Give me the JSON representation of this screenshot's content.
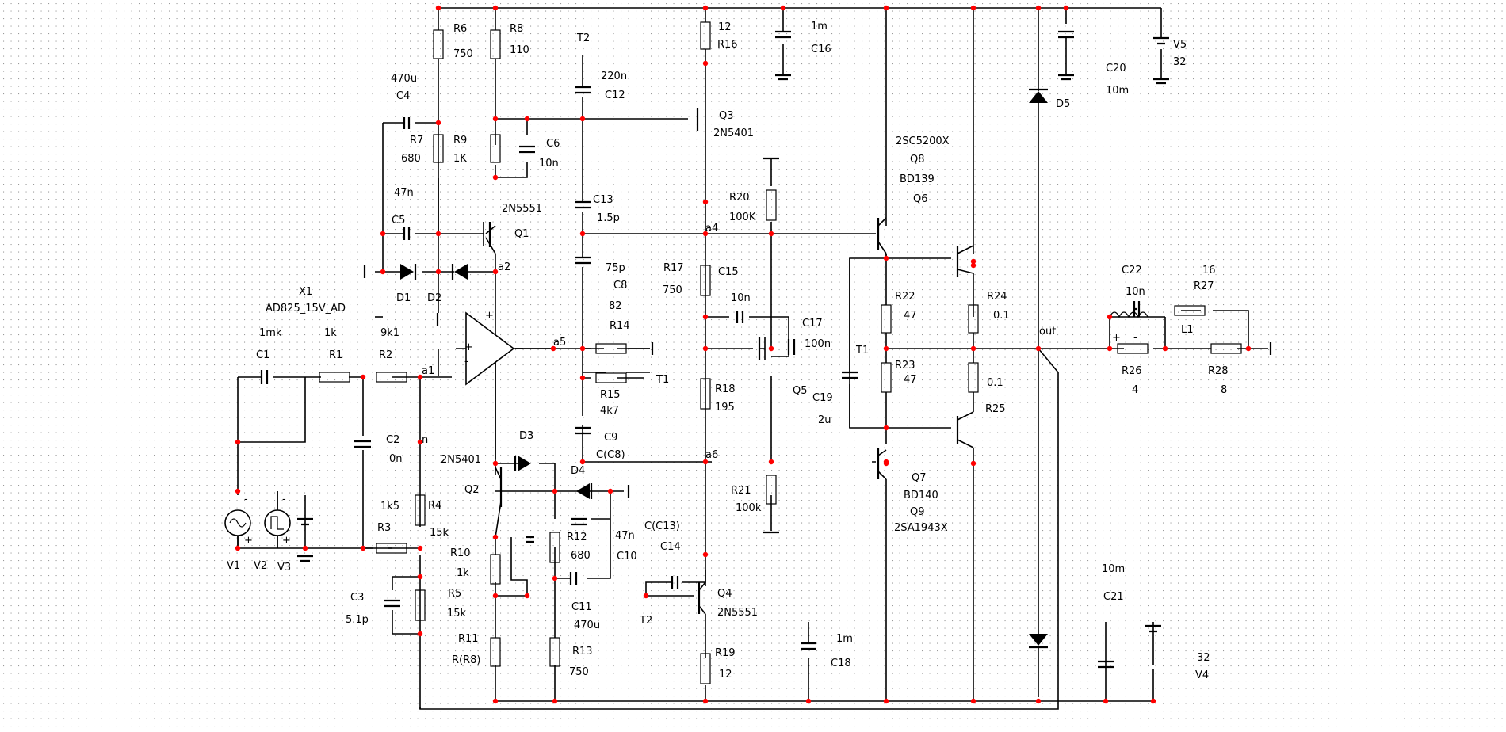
{
  "labels": {
    "R6": "R6",
    "R6v": "750",
    "R8": "R8",
    "R8v": "110",
    "T2top": "T2",
    "R16v": "12",
    "R16": "R16",
    "C16v": "1m",
    "C16": "C16",
    "C20": "C20",
    "C20v": "10m",
    "V5": "V5",
    "V5v": "32",
    "D5": "D5",
    "C4v": "470u",
    "C4": "C4",
    "R7": "R7",
    "R7v": "680",
    "R9": "R9",
    "R9v": "1K",
    "C12v": "220n",
    "C12": "C12",
    "Q3": "Q3",
    "Q3t": "2N5401",
    "C6": "C6",
    "C6v": "10n",
    "Q8t": "2SC5200X",
    "Q8": "Q8",
    "Q6t": "BD139",
    "Q6": "Q6",
    "C5v": "47n",
    "C5": "C5",
    "Q1t": "2N5551",
    "Q1": "Q1",
    "C13": "C13",
    "C13v": "1.5p",
    "R20": "R20",
    "R20v": "100K",
    "a4": "a4",
    "a2": "a2",
    "D1": "D1",
    "D2": "D2",
    "C8v": "75p",
    "C8": "C8",
    "R17": "R17",
    "R17v": "750",
    "C15": "C15",
    "C15v": "10n",
    "R22": "R22",
    "R22v": "47",
    "R24": "R24",
    "R24v": "0.1",
    "C22": "C22",
    "C22v": "10n",
    "R27v": "16",
    "R27": "R27",
    "X1": "X1",
    "X1t": "AD825_15V_AD",
    "R14v": "82",
    "R14": "R14",
    "C17": "C17",
    "C17v": "100n",
    "out": "out",
    "L1": "L1",
    "C1v": "1mk",
    "C1": "C1",
    "R1v": "1k",
    "R1": "R1",
    "R2v": "9k1",
    "R2": "R2",
    "a5": "a5",
    "a1": "a1",
    "T1a": "T1",
    "T1b": "T1",
    "R23": "R23",
    "R23v": "47",
    "R26": "R26",
    "R26v": "4",
    "R28": "R28",
    "R28v": "8",
    "R15": "R15",
    "R15v": "4k7",
    "R18": "R18",
    "R18v": "195",
    "C19": "C19",
    "C19v": "2u",
    "Q5": "Q5",
    "R25": "R25",
    "R25v": "0.1",
    "C2": "C2",
    "C2v": "0n",
    "n": "n",
    "C9": "C9",
    "C9v": "C(C8)",
    "a6": "a6",
    "D3": "D3",
    "D4": "D4",
    "Q2t": "2N5401",
    "Q2": "Q2",
    "R4v": "1k5",
    "R4": "R4",
    "R3": "R3",
    "R3v": "15k",
    "R21": "R21",
    "R21v": "100k",
    "Q7": "Q7",
    "Q7t": "BD140",
    "Q9": "Q9",
    "Q9t": "2SA1943X",
    "R12": "R12",
    "R12v": "680",
    "C10v": "47n",
    "C10": "C10",
    "C14v": "C(C13)",
    "C14": "C14",
    "R10": "R10",
    "R10v": "1k",
    "C3": "C3",
    "C3v": "5.1p",
    "R5": "R5",
    "R5v": "15k",
    "C11": "C11",
    "C11v": "470u",
    "T2b": "T2",
    "Q4": "Q4",
    "Q4t": "2N5551",
    "C21v": "10m",
    "C21": "C21",
    "V1": "V1",
    "V2": "V2",
    "V3": "V3",
    "R11": "R11",
    "R11v": "R(R8)",
    "R13": "R13",
    "R13v": "750",
    "C18v": "1m",
    "C18": "C18",
    "R19": "R19",
    "R19v": "12",
    "V4v": "32",
    "V4": "V4",
    "plus": "+",
    "minus": "-"
  }
}
